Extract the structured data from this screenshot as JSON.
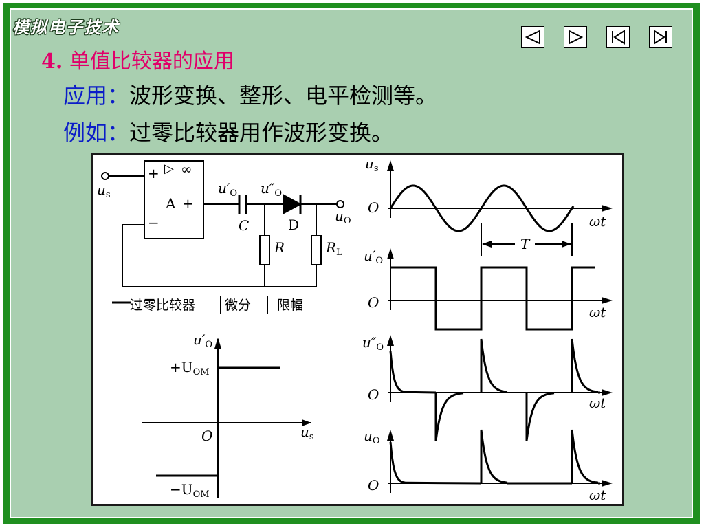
{
  "logo": {
    "text": "模拟电子技术"
  },
  "nav": [
    {
      "name": "prev-icon"
    },
    {
      "name": "next-icon"
    },
    {
      "name": "first-icon"
    },
    {
      "name": "last-icon"
    }
  ],
  "heading": {
    "number": "4.",
    "title": "单值比较器的应用"
  },
  "application": {
    "label": "应用：",
    "text": "波形变换、整形、电平检测等。"
  },
  "example": {
    "label": "例如：",
    "text": "过零比较器用作波形变换。"
  },
  "circuit": {
    "plus": "+",
    "minus": "−",
    "triangle": "▷",
    "infinity": "∞",
    "amp": "A",
    "out_plus": "+",
    "us": "u",
    "us_sub": "s",
    "uo_prime": "u′",
    "uo_prime_sub": "O",
    "uo_dprime": "u″",
    "uo_dprime_sub": "O",
    "capacitor": "C",
    "diode": "D",
    "resistor": "R",
    "load": "R",
    "load_sub": "L",
    "uo": "u",
    "uo_sub": "O",
    "stage1": "过零比较器",
    "stage2": "微分",
    "stage3": "限幅"
  },
  "transfer": {
    "y_label": "u′",
    "y_sub": "O",
    "pos_level": "+U",
    "pos_sub": "OM",
    "neg_level": "−U",
    "neg_sub": "OM",
    "origin": "O",
    "x_label": "u",
    "x_sub": "s"
  },
  "waveforms": {
    "origin": "O",
    "time": "ωt",
    "period": "T",
    "ch1": "u",
    "ch1_sub": "s",
    "ch2": "u′",
    "ch2_sub": "O",
    "ch3": "u″",
    "ch3_sub": "O",
    "ch4": "u",
    "ch4_sub": "O"
  },
  "colors": {
    "frame": "#1f8f1f",
    "background": "#a9cfb0",
    "heading": "#e0006a",
    "label": "#0b1dc8"
  }
}
